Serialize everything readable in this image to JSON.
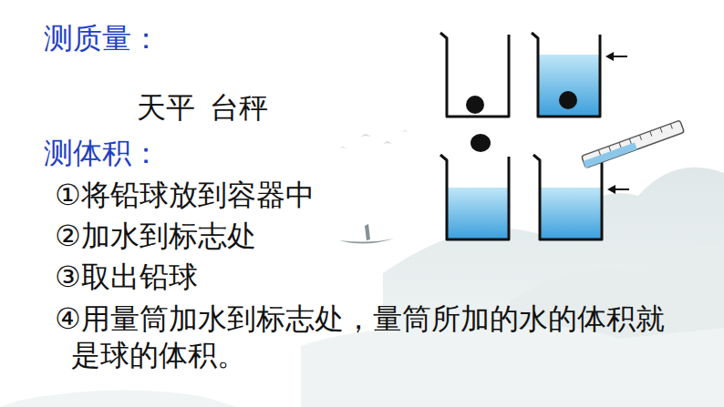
{
  "diagram": {
    "labels": [
      "测质量：",
      "天平",
      "台秤",
      "测体积：",
      "①将铅球放到容器中",
      "②加水到标志处",
      "③取出铅球",
      "④用量筒加水到标志处，量筒所加的水的体积就是球的体积。"
    ]
  }
}
